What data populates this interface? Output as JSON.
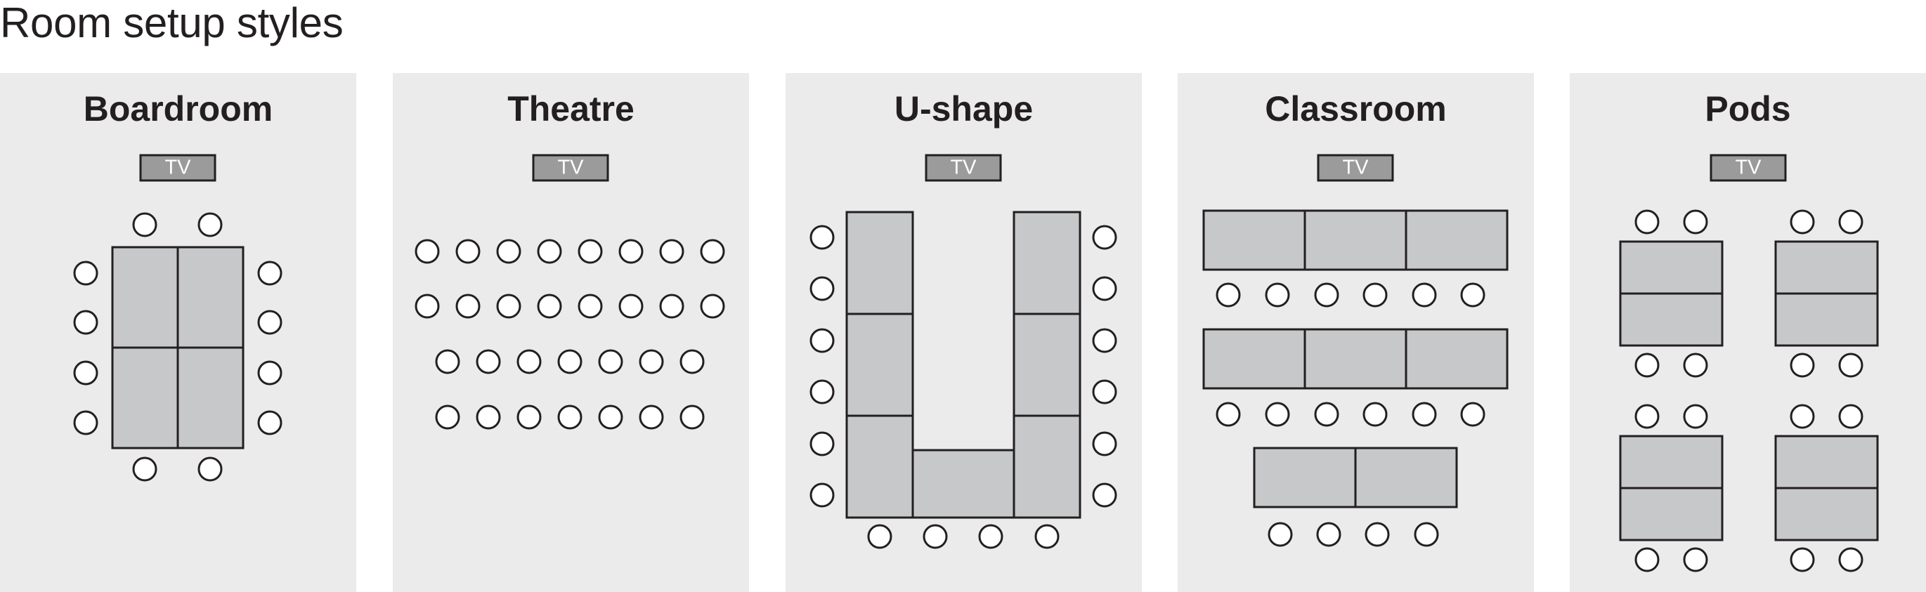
{
  "title": "Room setup styles",
  "tv_label": "TV",
  "colors": {
    "panel_background": "#ebebeb",
    "table_fill": "#c7c8ca",
    "tv_fill": "#9b9b9b",
    "outline": "#231f20",
    "title_text": "#231f20"
  },
  "layouts": [
    {
      "name": "Boardroom"
    },
    {
      "name": "Theatre"
    },
    {
      "name": "U-shape"
    },
    {
      "name": "Classroom"
    },
    {
      "name": "Pods"
    }
  ]
}
